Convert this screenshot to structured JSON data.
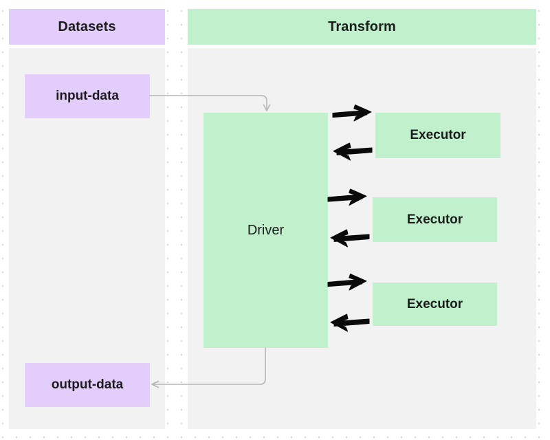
{
  "diagram": {
    "type": "flow-diagram",
    "background": "#ffffff",
    "grid": "dotted",
    "groups": [
      {
        "id": "datasets",
        "title": "Datasets",
        "header_color": "#e3cdfb",
        "body_color": "#f2f2f2"
      },
      {
        "id": "transform",
        "title": "Transform",
        "header_color": "#c1f0cd",
        "body_color": "#f2f2f2"
      }
    ],
    "nodes": [
      {
        "id": "input-data",
        "label": "input-data",
        "group": "datasets",
        "color": "#e3cdfb"
      },
      {
        "id": "output-data",
        "label": "output-data",
        "group": "datasets",
        "color": "#e3cdfb"
      },
      {
        "id": "driver",
        "label": "Driver",
        "group": "transform",
        "color": "#c1f0cd"
      },
      {
        "id": "executor-1",
        "label": "Executor",
        "group": "transform",
        "color": "#c1f0cd"
      },
      {
        "id": "executor-2",
        "label": "Executor",
        "group": "transform",
        "color": "#c1f0cd"
      },
      {
        "id": "executor-3",
        "label": "Executor",
        "group": "transform",
        "color": "#c1f0cd"
      }
    ],
    "edges": [
      {
        "from": "input-data",
        "to": "driver",
        "style": "thin-orthogonal",
        "color": "#b5b5b5",
        "direction": "forward"
      },
      {
        "from": "driver",
        "to": "output-data",
        "style": "thin-orthogonal",
        "color": "#b5b5b5",
        "direction": "forward"
      },
      {
        "from": "driver",
        "to": "executor-1",
        "style": "sketch",
        "color": "#0a0a0a",
        "direction": "right"
      },
      {
        "from": "executor-1",
        "to": "driver",
        "style": "sketch",
        "color": "#0a0a0a",
        "direction": "left"
      },
      {
        "from": "driver",
        "to": "executor-2",
        "style": "sketch",
        "color": "#0a0a0a",
        "direction": "right"
      },
      {
        "from": "executor-2",
        "to": "driver",
        "style": "sketch",
        "color": "#0a0a0a",
        "direction": "left"
      },
      {
        "from": "driver",
        "to": "executor-3",
        "style": "sketch",
        "color": "#0a0a0a",
        "direction": "right"
      },
      {
        "from": "executor-3",
        "to": "driver",
        "style": "sketch",
        "color": "#0a0a0a",
        "direction": "left"
      }
    ]
  }
}
